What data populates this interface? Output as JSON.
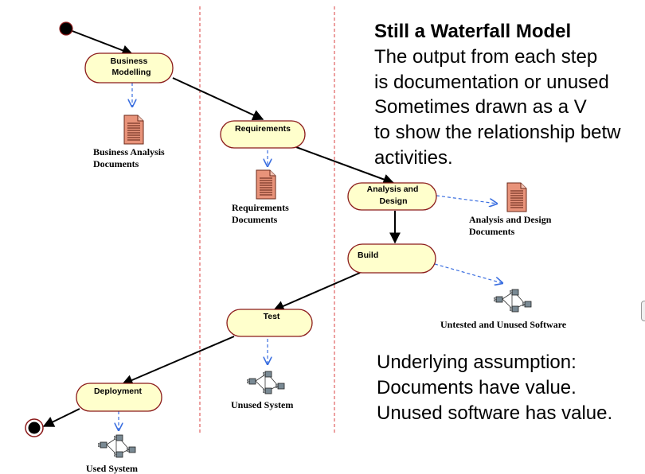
{
  "title": "Still a Waterfall Model",
  "description_lines": [
    "The output from each step",
    "is documentation or unused",
    "Sometimes drawn as a V",
    "to show the relationship betw",
    "activities."
  ],
  "assumption_lines": [
    "Underlying assumption:",
    "Documents have value.",
    "Unused software has value."
  ],
  "activities": {
    "business_modelling": [
      "Business",
      "Modelling"
    ],
    "requirements": [
      "Requirements"
    ],
    "analysis_design": [
      "Analysis and",
      "Design"
    ],
    "build": [
      "Build"
    ],
    "test": [
      "Test"
    ],
    "deployment": [
      "Deployment"
    ]
  },
  "artifacts": {
    "business_analysis_docs": [
      "Business Analysis",
      "Documents"
    ],
    "requirements_docs": [
      "Requirements",
      "Documents"
    ],
    "analysis_design_docs": [
      "Analysis and Design",
      "Documents"
    ],
    "untested_software": [
      "Untested and Unused Software"
    ],
    "unused_system": [
      "Unused System"
    ],
    "used_system": [
      "Used System"
    ]
  },
  "colors": {
    "node_fill": "#ffffcc",
    "node_stroke": "#8b1a1a",
    "doc_fill": "#e8937a",
    "doc_stroke": "#6b2a1a",
    "swimlane": "#e06060",
    "dep_arrow": "#3b6fe0",
    "flow_arrow": "#000000"
  },
  "icons": {
    "document": "document-icon",
    "component": "component-network-icon"
  }
}
